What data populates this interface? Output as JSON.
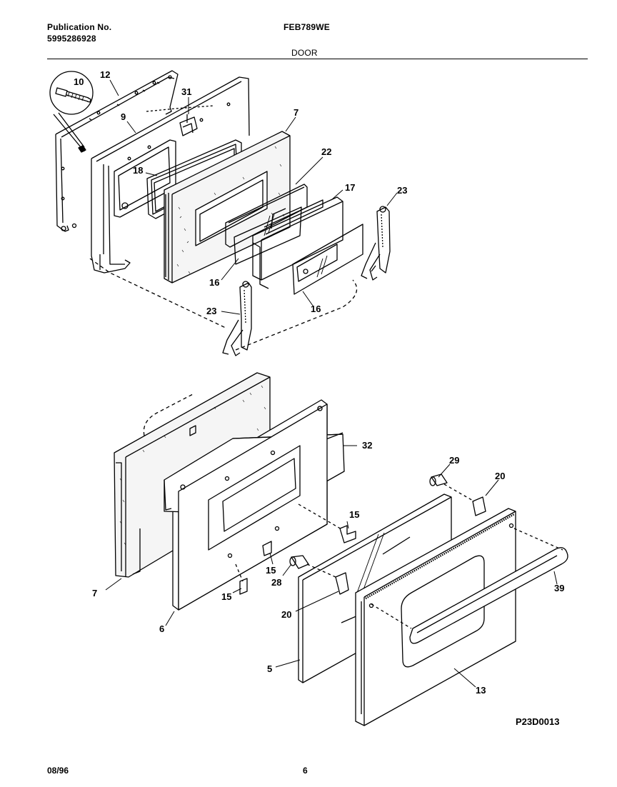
{
  "header": {
    "publication_label": "Publication No.",
    "publication_number": "5995286928",
    "model": "FEB789WE",
    "section": "DOOR"
  },
  "diagram_code": "P23D0013",
  "footer": {
    "date": "08/96",
    "page": "6"
  },
  "part_labels": {
    "p10": "10",
    "p12": "12",
    "p9": "9",
    "p31": "31",
    "p18": "18",
    "p7a": "7",
    "p22": "22",
    "p17": "17",
    "p23a": "23",
    "p16a": "16",
    "p16b": "16",
    "p23b": "23",
    "p32": "32",
    "p29": "29",
    "p20a": "20",
    "p15a": "15",
    "p15b": "15",
    "p15c": "15",
    "p28": "28",
    "p39": "39",
    "p7b": "7",
    "p6": "6",
    "p20b": "20",
    "p5": "5",
    "p13": "13"
  }
}
